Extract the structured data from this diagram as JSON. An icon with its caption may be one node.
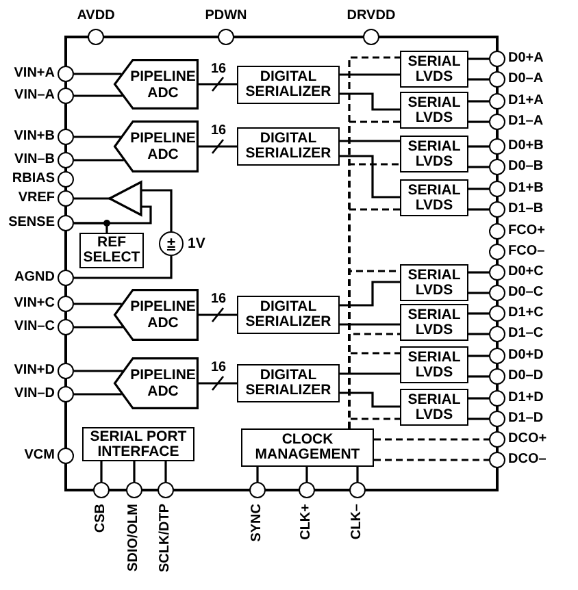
{
  "diagram": {
    "nodes": [
      {
        "text": [
          "AVDD"
        ]
      },
      {
        "text": [
          "PDWN"
        ]
      },
      {
        "text": [
          "DRVDD"
        ]
      },
      {
        "text": [
          "VIN+A"
        ]
      },
      {
        "text": [
          "VIN–A"
        ]
      },
      {
        "text": [
          "VIN+B"
        ]
      },
      {
        "text": [
          "VIN–B"
        ]
      },
      {
        "text": [
          "RBIAS"
        ]
      },
      {
        "text": [
          "VREF"
        ]
      },
      {
        "text": [
          "SENSE"
        ]
      },
      {
        "text": [
          "AGND"
        ]
      },
      {
        "text": [
          "VIN+C"
        ]
      },
      {
        "text": [
          "VIN–C"
        ]
      },
      {
        "text": [
          "VIN+D"
        ]
      },
      {
        "text": [
          "VIN–D"
        ]
      },
      {
        "text": [
          "VCM"
        ]
      },
      {
        "text": [
          "PIPELINE ADC"
        ]
      },
      {
        "text": [
          "PIPELINE ADC"
        ]
      },
      {
        "text": [
          "PIPELINE ADC"
        ]
      },
      {
        "text": [
          "PIPELINE ADC"
        ]
      },
      {
        "text": [
          "DIGITAL SERIALIZER"
        ]
      },
      {
        "text": [
          "DIGITAL SERIALIZER"
        ]
      },
      {
        "text": [
          "DIGITAL SERIALIZER"
        ]
      },
      {
        "text": [
          "DIGITAL SERIALIZER"
        ]
      },
      {
        "text": [
          "SERIAL LVDS"
        ]
      },
      {
        "text": [
          "SERIAL LVDS"
        ]
      },
      {
        "text": [
          "SERIAL LVDS"
        ]
      },
      {
        "text": [
          "SERIAL LVDS"
        ]
      },
      {
        "text": [
          "SERIAL LVDS"
        ]
      },
      {
        "text": [
          "SERIAL LVDS"
        ]
      },
      {
        "text": [
          "SERIAL LVDS"
        ]
      },
      {
        "text": [
          "SERIAL LVDS"
        ]
      },
      {
        "text": [],
        "shape": "triangle"
      },
      {
        "text": [
          "±"
        ],
        "beside": [
          "1V"
        ]
      },
      {
        "text": [
          "REF SELECT"
        ]
      },
      {
        "text": [
          "SERIAL PORT INTERFACE"
        ]
      },
      {
        "text": [
          "CLOCK MANAGEMENT"
        ]
      },
      {
        "text": [
          "D0+A"
        ]
      },
      {
        "text": [
          "D0–A"
        ]
      },
      {
        "text": [
          "D1+A"
        ]
      },
      {
        "text": [
          "D1–A"
        ]
      },
      {
        "text": [
          "D0+B"
        ]
      },
      {
        "text": [
          "D0–B"
        ]
      },
      {
        "text": [
          "D1+B"
        ]
      },
      {
        "text": [
          "D1–B"
        ]
      },
      {
        "text": [
          "FCO+"
        ]
      },
      {
        "text": [
          "FCO–"
        ]
      },
      {
        "text": [
          "D0+C"
        ]
      },
      {
        "text": [
          "D0–C"
        ]
      },
      {
        "text": [
          "D1+C"
        ]
      },
      {
        "text": [
          "D1–C"
        ]
      },
      {
        "text": [
          "D0+D"
        ]
      },
      {
        "text": [
          "D0–D"
        ]
      },
      {
        "text": [
          "D1+D"
        ]
      },
      {
        "text": [
          "D1–D"
        ]
      },
      {
        "text": [
          "DCO+"
        ]
      },
      {
        "text": [
          "DCO–"
        ]
      },
      {
        "text": [
          "CSB"
        ]
      },
      {
        "text": [
          "SDIO/OLM"
        ]
      },
      {
        "text": [
          "SCLK/DTP"
        ]
      },
      {
        "text": [
          "SYNC"
        ]
      },
      {
        "text": [
          "CLK+"
        ]
      },
      {
        "text": [
          "CLK–"
        ]
      }
    ],
    "edges": [
      {
        "from": 3,
        "to": 16,
        "arrow": "none"
      },
      {
        "from": 4,
        "to": 16,
        "arrow": "none"
      },
      {
        "from": 5,
        "to": 17,
        "arrow": "none"
      },
      {
        "from": 6,
        "to": 17,
        "arrow": "none"
      },
      {
        "from": 11,
        "to": 18,
        "arrow": "none"
      },
      {
        "from": 12,
        "to": 18,
        "arrow": "none"
      },
      {
        "from": 13,
        "to": 19,
        "arrow": "none"
      },
      {
        "from": 14,
        "to": 19,
        "arrow": "none"
      },
      {
        "from": 16,
        "to": 20,
        "arrow": "none",
        "label": "16"
      },
      {
        "from": 17,
        "to": 21,
        "arrow": "none",
        "label": "16"
      },
      {
        "from": 18,
        "to": 22,
        "arrow": "none",
        "label": "16"
      },
      {
        "from": 19,
        "to": 23,
        "arrow": "none",
        "label": "16"
      },
      {
        "from": 20,
        "to": 24,
        "arrow": "none"
      },
      {
        "from": 20,
        "to": 25,
        "arrow": "none"
      },
      {
        "from": 21,
        "to": 26,
        "arrow": "none"
      },
      {
        "from": 21,
        "to": 27,
        "arrow": "none"
      },
      {
        "from": 22,
        "to": 28,
        "arrow": "none"
      },
      {
        "from": 22,
        "to": 29,
        "arrow": "none"
      },
      {
        "from": 23,
        "to": 30,
        "arrow": "none"
      },
      {
        "from": 23,
        "to": 31,
        "arrow": "none"
      },
      {
        "from": 24,
        "to": 37,
        "arrow": "none"
      },
      {
        "from": 24,
        "to": 38,
        "arrow": "none"
      },
      {
        "from": 25,
        "to": 39,
        "arrow": "none"
      },
      {
        "from": 25,
        "to": 40,
        "arrow": "none"
      },
      {
        "from": 26,
        "to": 41,
        "arrow": "none"
      },
      {
        "from": 26,
        "to": 42,
        "arrow": "none"
      },
      {
        "from": 27,
        "to": 43,
        "arrow": "none"
      },
      {
        "from": 27,
        "to": 44,
        "arrow": "none"
      },
      {
        "from": 28,
        "to": 47,
        "arrow": "none"
      },
      {
        "from": 28,
        "to": 48,
        "arrow": "none"
      },
      {
        "from": 29,
        "to": 49,
        "arrow": "none"
      },
      {
        "from": 29,
        "to": 50,
        "arrow": "none"
      },
      {
        "from": 30,
        "to": 51,
        "arrow": "none"
      },
      {
        "from": 30,
        "to": 52,
        "arrow": "none"
      },
      {
        "from": 31,
        "to": 53,
        "arrow": "none"
      },
      {
        "from": 31,
        "to": 54,
        "arrow": "none"
      },
      {
        "from": 36,
        "to": 24,
        "arrow": "none",
        "style": "dashed"
      },
      {
        "from": 36,
        "to": 25,
        "arrow": "none",
        "style": "dashed"
      },
      {
        "from": 36,
        "to": 26,
        "arrow": "none",
        "style": "dashed"
      },
      {
        "from": 36,
        "to": 27,
        "arrow": "none",
        "style": "dashed"
      },
      {
        "from": 36,
        "to": 28,
        "arrow": "none",
        "style": "dashed"
      },
      {
        "from": 36,
        "to": 29,
        "arrow": "none",
        "style": "dashed"
      },
      {
        "from": 36,
        "to": 30,
        "arrow": "none",
        "style": "dashed"
      },
      {
        "from": 36,
        "to": 31,
        "arrow": "none",
        "style": "dashed"
      },
      {
        "from": 36,
        "to": 55,
        "arrow": "none",
        "style": "dashed"
      },
      {
        "from": 36,
        "to": 56,
        "arrow": "none",
        "style": "dashed"
      },
      {
        "from": 35,
        "to": 57,
        "arrow": "none"
      },
      {
        "from": 35,
        "to": 58,
        "arrow": "none"
      },
      {
        "from": 35,
        "to": 59,
        "arrow": "none"
      },
      {
        "from": 36,
        "to": 60,
        "arrow": "none"
      },
      {
        "from": 36,
        "to": 61,
        "arrow": "none"
      },
      {
        "from": 36,
        "to": 62,
        "arrow": "none"
      },
      {
        "from": 8,
        "to": 32,
        "arrow": "none"
      },
      {
        "from": 9,
        "to": 32,
        "arrow": "none"
      },
      {
        "from": 9,
        "to": 34,
        "arrow": "none"
      },
      {
        "from": 32,
        "to": 33,
        "arrow": "none"
      },
      {
        "from": 33,
        "to": 10,
        "arrow": "none"
      }
    ]
  }
}
